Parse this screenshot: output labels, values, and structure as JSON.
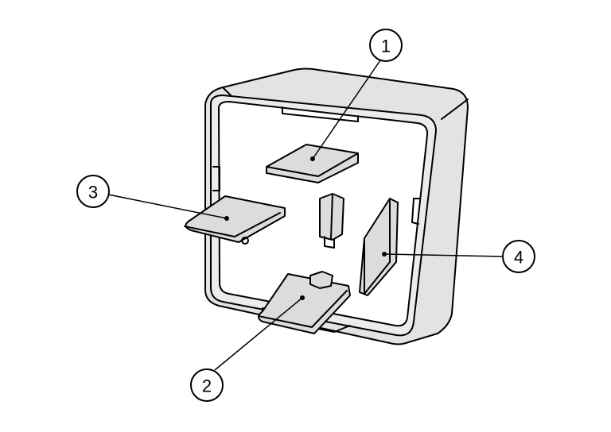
{
  "diagram": {
    "subject": "relay",
    "callouts": [
      {
        "label": "1"
      },
      {
        "label": "2"
      },
      {
        "label": "3"
      },
      {
        "label": "4"
      }
    ]
  }
}
